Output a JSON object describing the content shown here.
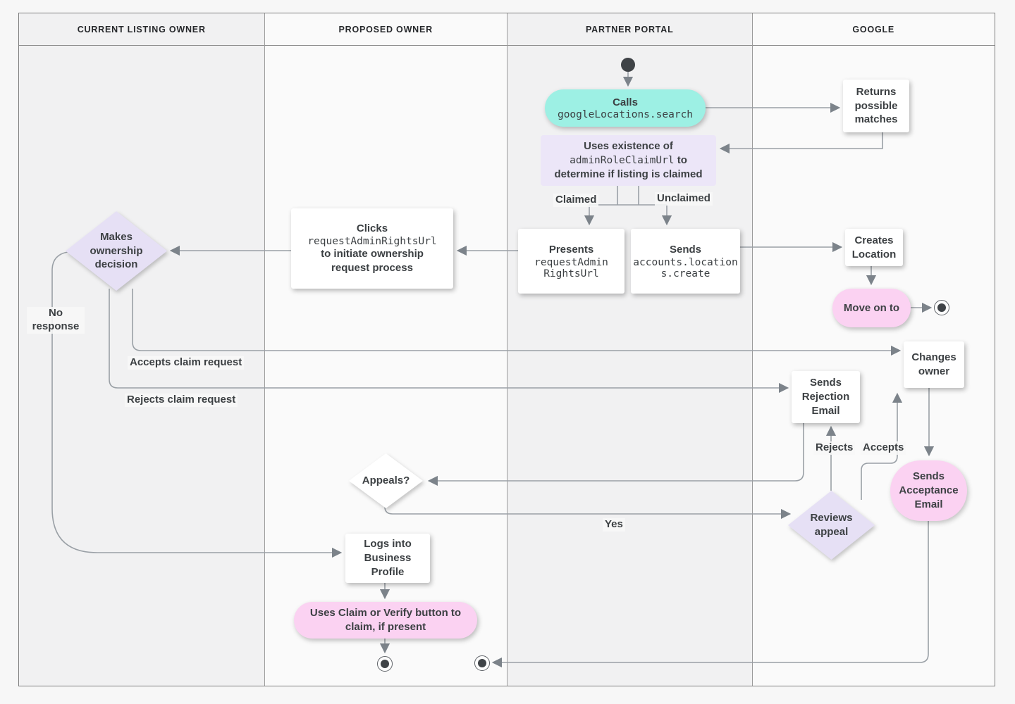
{
  "lanes": [
    {
      "label": "CURRENT LISTING OWNER"
    },
    {
      "label": "PROPOSED OWNER"
    },
    {
      "label": "PARTNER PORTAL"
    },
    {
      "label": "GOOGLE"
    }
  ],
  "nodes": {
    "calls": {
      "line1": "Calls",
      "line2": "googleLocations.search"
    },
    "returns": {
      "text": "Returns possible matches"
    },
    "uses_existence": {
      "part1": "Uses existence of",
      "mono": "adminRoleClaimUrl",
      "part2": "to determine if listing is claimed"
    },
    "presents": {
      "line1": "Presents",
      "line2": "requestAdminRightsUrl"
    },
    "sends_create": {
      "line1": "Sends",
      "line2": "accounts.locations.create"
    },
    "clicks": {
      "line1": "Clicks",
      "line2": "requestAdminRightsUrl",
      "line3": "to initiate ownership request process"
    },
    "makes_decision": {
      "text": "Makes ownership decision"
    },
    "creates_location": {
      "text": "Creates Location"
    },
    "move_on": {
      "text": "Move on to"
    },
    "changes_owner": {
      "text": "Changes owner"
    },
    "sends_rejection": {
      "text": "Sends Rejection Email"
    },
    "sends_acceptance": {
      "text": "Sends Acceptance Email"
    },
    "appeals": {
      "text": "Appeals?"
    },
    "reviews_appeal": {
      "text": "Reviews appeal"
    },
    "logs_into": {
      "text": "Logs into Business Profile"
    },
    "uses_claim": {
      "text": "Uses Claim or Verify button to claim, if present"
    }
  },
  "edge_labels": {
    "claimed": "Claimed",
    "unclaimed": "Unclaimed",
    "no_response": "No response",
    "accepts_claim": "Accepts claim request",
    "rejects_claim": "Rejects claim request",
    "rejects": "Rejects",
    "accepts": "Accepts",
    "yes": "Yes"
  },
  "colors": {
    "teal": "#9df0e4",
    "pink": "#fbd2f2",
    "lavender": "#ece6f8",
    "diamond_lavender": "#e6e0f5",
    "line": "#9aa0a6",
    "arrow": "#7c838a",
    "text": "#3c4043"
  }
}
